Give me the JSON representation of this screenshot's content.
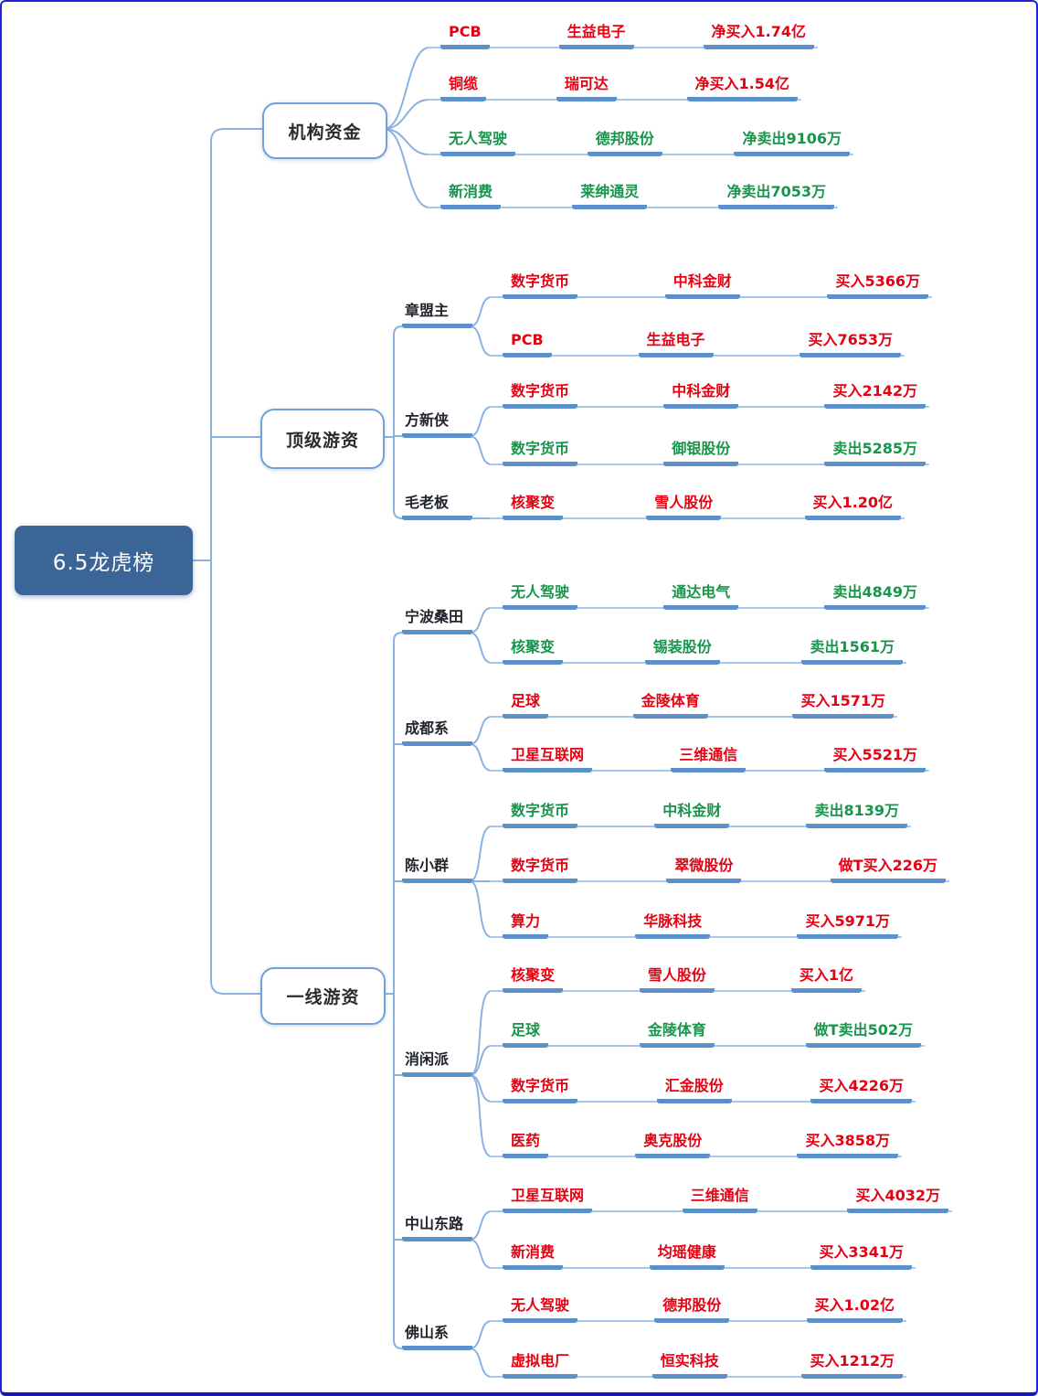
{
  "root": {
    "label": "6.5龙虎榜"
  },
  "branches": [
    {
      "label": "机构资金",
      "rows": [
        {
          "theme": "PCB",
          "stock": "生益电子",
          "amount": "净买入1.74亿",
          "sentiment": "buy"
        },
        {
          "theme": "铜缆",
          "stock": "瑞可达",
          "amount": "净买入1.54亿",
          "sentiment": "buy"
        },
        {
          "theme": "无人驾驶",
          "stock": "德邦股份",
          "amount": "净卖出9106万",
          "sentiment": "sell"
        },
        {
          "theme": "新消费",
          "stock": "莱绅通灵",
          "amount": "净卖出7053万",
          "sentiment": "sell"
        }
      ]
    },
    {
      "label": "顶级游资",
      "traders": [
        {
          "name": "章盟主",
          "rows": [
            {
              "theme": "数字货币",
              "stock": "中科金财",
              "amount": "买入5366万",
              "sentiment": "buy"
            },
            {
              "theme": "PCB",
              "stock": "生益电子",
              "amount": "买入7653万",
              "sentiment": "buy"
            }
          ]
        },
        {
          "name": "方新侠",
          "rows": [
            {
              "theme": "数字货币",
              "stock": "中科金财",
              "amount": "买入2142万",
              "sentiment": "buy"
            },
            {
              "theme": "数字货币",
              "stock": "御银股份",
              "amount": "卖出5285万",
              "sentiment": "sell"
            }
          ]
        },
        {
          "name": "毛老板",
          "rows": [
            {
              "theme": "核聚变",
              "stock": "雪人股份",
              "amount": "买入1.20亿",
              "sentiment": "buy"
            }
          ]
        }
      ]
    },
    {
      "label": "一线游资",
      "traders": [
        {
          "name": "宁波桑田",
          "rows": [
            {
              "theme": "无人驾驶",
              "stock": "通达电气",
              "amount": "卖出4849万",
              "sentiment": "sell"
            },
            {
              "theme": "核聚变",
              "stock": "锡装股份",
              "amount": "卖出1561万",
              "sentiment": "sell"
            }
          ]
        },
        {
          "name": "成都系",
          "rows": [
            {
              "theme": "足球",
              "stock": "金陵体育",
              "amount": "买入1571万",
              "sentiment": "buy"
            },
            {
              "theme": "卫星互联网",
              "stock": "三维通信",
              "amount": "买入5521万",
              "sentiment": "buy"
            }
          ]
        },
        {
          "name": "陈小群",
          "rows": [
            {
              "theme": "数字货币",
              "stock": "中科金财",
              "amount": "卖出8139万",
              "sentiment": "sell"
            },
            {
              "theme": "数字货币",
              "stock": "翠微股份",
              "amount": "做T买入226万",
              "sentiment": "buy"
            },
            {
              "theme": "算力",
              "stock": "华脉科技",
              "amount": "买入5971万",
              "sentiment": "buy"
            }
          ]
        },
        {
          "name": "消闲派",
          "rows": [
            {
              "theme": "核聚变",
              "stock": "雪人股份",
              "amount": "买入1亿",
              "sentiment": "buy"
            },
            {
              "theme": "足球",
              "stock": "金陵体育",
              "amount": "做T卖出502万",
              "sentiment": "sell"
            },
            {
              "theme": "数字货币",
              "stock": "汇金股份",
              "amount": "买入4226万",
              "sentiment": "buy"
            },
            {
              "theme": "医药",
              "stock": "奥克股份",
              "amount": "买入3858万",
              "sentiment": "buy"
            }
          ]
        },
        {
          "name": "中山东路",
          "rows": [
            {
              "theme": "卫星互联网",
              "stock": "三维通信",
              "amount": "买入4032万",
              "sentiment": "buy"
            },
            {
              "theme": "新消费",
              "stock": "均瑶健康",
              "amount": "买入3341万",
              "sentiment": "buy"
            }
          ]
        },
        {
          "name": "佛山系",
          "rows": [
            {
              "theme": "无人驾驶",
              "stock": "德邦股份",
              "amount": "买入1.02亿",
              "sentiment": "buy"
            },
            {
              "theme": "虚拟电厂",
              "stock": "恒实科技",
              "amount": "买入1212万",
              "sentiment": "buy"
            }
          ]
        }
      ]
    }
  ],
  "colors": {
    "buy_text": "#e60012",
    "sell_text": "#17954b",
    "line_thick": "#5b90ca",
    "line_thin": "#aac8ea",
    "connector": "#8ab2e0",
    "root_bg": "#3b6596",
    "box_border": "#74a0d8",
    "frame_border": "#2222dd"
  }
}
